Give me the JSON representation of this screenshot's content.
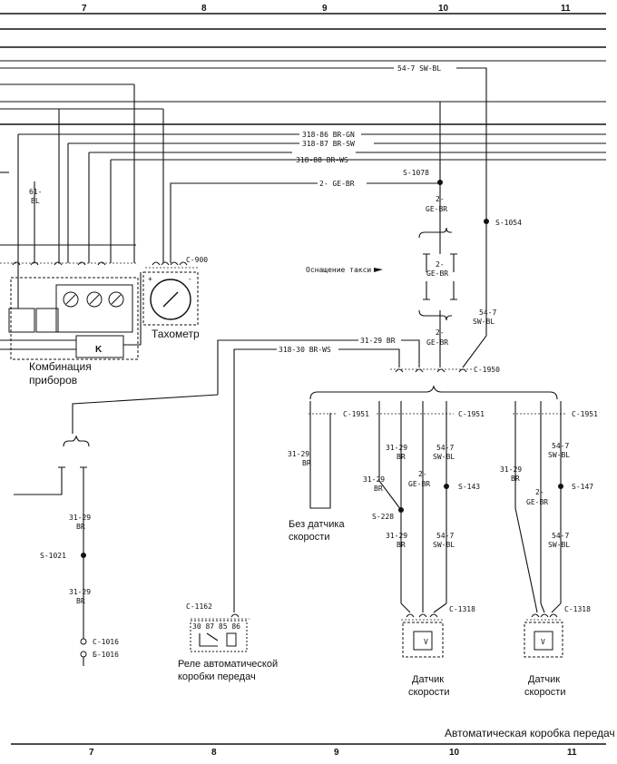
{
  "columns": [
    "7",
    "8",
    "9",
    "10",
    "11"
  ],
  "wire_labels": {
    "w54_7": "54-7 SW-BL",
    "w318_86": "318-86 BR-GN",
    "w318_87": "318-87 BR-SW",
    "w318_88": "318-88 BR-WS",
    "w2_ge": "2- GE-BR",
    "w61_bl": "61-",
    "w61_bl2": "BL",
    "w31_29a": "31-29 BR",
    "w318_30": "318-30 BR-WS",
    "w2_ge_a1": "2-",
    "w2_ge_a2": "GE-BR",
    "w2_ge_b1": "2-",
    "w2_ge_b2": "GE-BR",
    "w2_ge_c1": "2-",
    "w2_ge_c2": "GE-BR",
    "w54_7b1": "54-7",
    "w54_7b2": "SW-BL",
    "left_31_29_1": "31-29",
    "left_br_1": "BR",
    "left_31_29_2": "31-29",
    "left_br_2": "BR",
    "p1_31_29": "31-29",
    "p1_br": "BR",
    "p2_31_29a": "31-29",
    "p2_bra": "BR",
    "p2_31_29b": "31-29",
    "p2_brb": "BR",
    "p2_31_29c": "31-29",
    "p2_brc": "BR",
    "p2_2": "2-",
    "p2_ge": "GE-BR",
    "p2_54_7a": "54-7",
    "p2_swbla": "SW-BL",
    "p2_54_7b": "54-7",
    "p2_swblb": "SW-BL",
    "p3_31_29": "31-29",
    "p3_br": "BR",
    "p3_2": "2-",
    "p3_ge": "GE-BR",
    "p3_54_7a": "54-7",
    "p3_swbla": "SW-BL",
    "p3_54_7b": "54-7",
    "p3_swblb": "SW-BL",
    "relay_pins": "30 87 85 86"
  },
  "connectors": {
    "c900": "C-900",
    "c1950": "C-1950",
    "c1951a": "C-1951",
    "c1951b": "C-1951",
    "c1951c": "C-1951",
    "c1318a": "C-1318",
    "c1318b": "C-1318",
    "c1162": "C-1162",
    "c1016": "C-1016",
    "c1016b": "Б-1016"
  },
  "splices": {
    "s1078": "S-1078",
    "s1054": "S-1054",
    "s1021": "S-1021",
    "s143": "S-143",
    "s228": "S-228",
    "s147": "S-147"
  },
  "captions": {
    "taxi": "Оснащение такси",
    "tacho": "Тахометр",
    "cluster1": "Комбинация",
    "cluster2": "приборов",
    "nosensor1": "Без датчика",
    "nosensor2": "скорости",
    "relay1": "Реле автоматической",
    "relay2": "коробки передач",
    "sensor_a1": "Датчик",
    "sensor_a2": "скорости",
    "sensor_b1": "Датчик",
    "sensor_b2": "скорости",
    "cluster_k": "K",
    "v_a": "V",
    "v_b": "V",
    "footer": "Автоматическая коробка передач"
  }
}
